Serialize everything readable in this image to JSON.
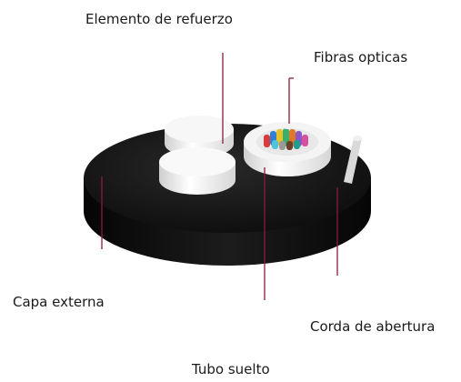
{
  "labels": {
    "strength_member": "Elemento de refuerzo",
    "optical_fibers": "Fibras opticas",
    "outer_jacket": "Capa externa",
    "ripcord": "Corda de abertura",
    "loose_tube": "Tubo suelto"
  },
  "colors": {
    "jacket": "#151515",
    "jacket_side": "#0a0a0a",
    "strength_member": "#f2f2f2",
    "tube": "#f4f4f4",
    "leader_line": "#8a1c3a",
    "fibers": [
      "#d93a3a",
      "#2f7fd6",
      "#e8c22a",
      "#3ab06a",
      "#e07a2a",
      "#8a56c9",
      "#d94fa0",
      "#4fc3d9",
      "#9a9a9a",
      "#6b3f2a",
      "#f2f2f2",
      "#1f9e8e"
    ]
  }
}
